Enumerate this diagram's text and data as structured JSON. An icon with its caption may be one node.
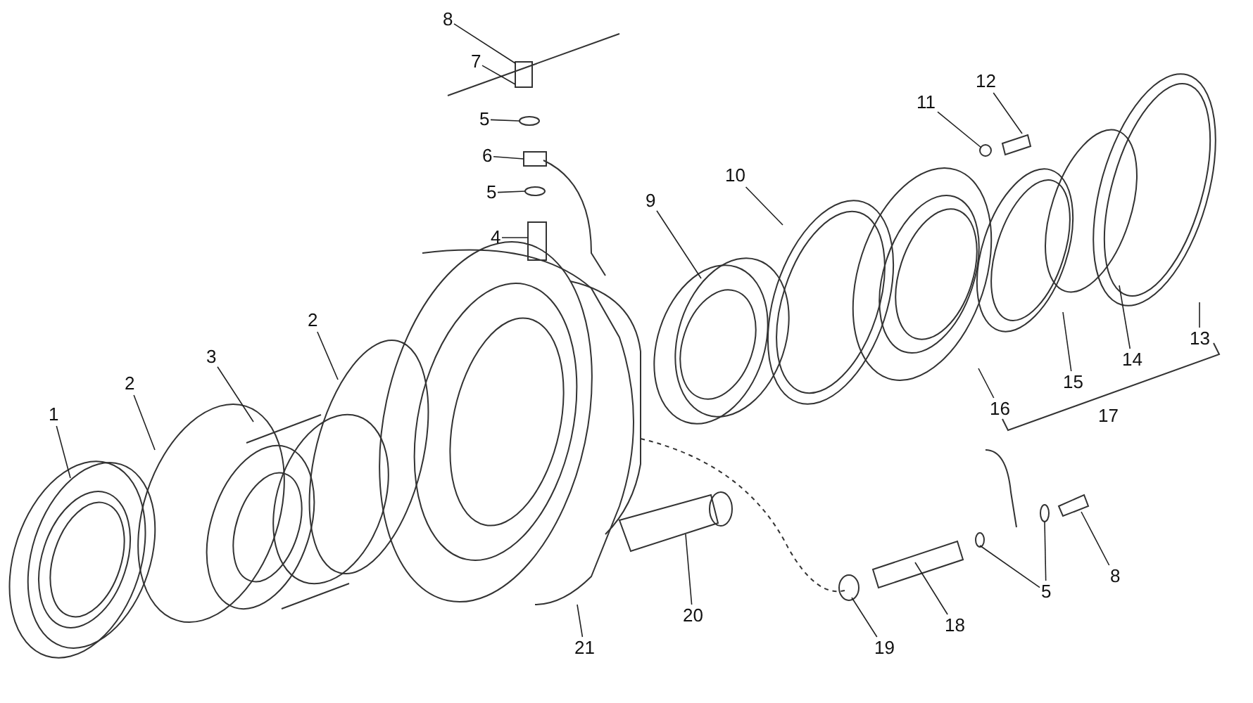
{
  "diagram": {
    "nodes": [
      {
        "text": [
          "8"
        ]
      },
      {
        "text": [
          "7"
        ]
      },
      {
        "text": [
          "5"
        ]
      },
      {
        "text": [
          "6"
        ]
      },
      {
        "text": [
          "5"
        ]
      },
      {
        "text": [
          "4"
        ]
      },
      {
        "text": [
          "12"
        ]
      },
      {
        "text": [
          "11"
        ]
      },
      {
        "text": [
          "10"
        ]
      },
      {
        "text": [
          "9"
        ]
      },
      {
        "text": [
          "2"
        ]
      },
      {
        "text": [
          "3"
        ]
      },
      {
        "text": [
          "2"
        ]
      },
      {
        "text": [
          "1"
        ]
      },
      {
        "text": [
          "16"
        ]
      },
      {
        "text": [
          "15"
        ]
      },
      {
        "text": [
          "14"
        ]
      },
      {
        "text": [
          "13"
        ]
      },
      {
        "text": [
          "20"
        ]
      },
      {
        "text": [
          "21"
        ]
      },
      {
        "text": [
          "19"
        ]
      },
      {
        "text": [
          "18"
        ]
      },
      {
        "text": [
          "5"
        ]
      },
      {
        "text": [
          "8"
        ]
      }
    ],
    "edges": [
      {
        "from": 0,
        "to": null,
        "arrow": "none"
      },
      {
        "from": 1,
        "to": null,
        "arrow": "none"
      },
      {
        "from": 2,
        "to": null,
        "arrow": "none"
      },
      {
        "from": 3,
        "to": null,
        "arrow": "none"
      },
      {
        "from": 4,
        "to": null,
        "arrow": "none"
      },
      {
        "from": 5,
        "to": null,
        "arrow": "none"
      },
      {
        "from": 6,
        "to": null,
        "arrow": "none"
      },
      {
        "from": 7,
        "to": null,
        "arrow": "none"
      },
      {
        "from": 8,
        "to": null,
        "arrow": "none"
      },
      {
        "from": 9,
        "to": null,
        "arrow": "none"
      },
      {
        "from": 10,
        "to": null,
        "arrow": "none"
      },
      {
        "from": 11,
        "to": null,
        "arrow": "none"
      },
      {
        "from": 12,
        "to": null,
        "arrow": "none"
      },
      {
        "from": 13,
        "to": null,
        "arrow": "none"
      },
      {
        "from": 14,
        "to": null,
        "arrow": "none"
      },
      {
        "from": 15,
        "to": null,
        "arrow": "none"
      },
      {
        "from": 16,
        "to": null,
        "arrow": "none"
      },
      {
        "from": 17,
        "to": null,
        "arrow": "none"
      },
      {
        "from": 18,
        "to": null,
        "arrow": "none"
      },
      {
        "from": 19,
        "to": null,
        "arrow": "none"
      },
      {
        "from": 20,
        "to": null,
        "arrow": "none"
      },
      {
        "from": 21,
        "to": null,
        "arrow": "none"
      },
      {
        "from": 22,
        "to": null,
        "arrow": "none"
      },
      {
        "from": 22,
        "to": null,
        "arrow": "none"
      },
      {
        "from": 23,
        "to": null,
        "arrow": "none"
      }
    ],
    "labels": [
      "17"
    ]
  }
}
